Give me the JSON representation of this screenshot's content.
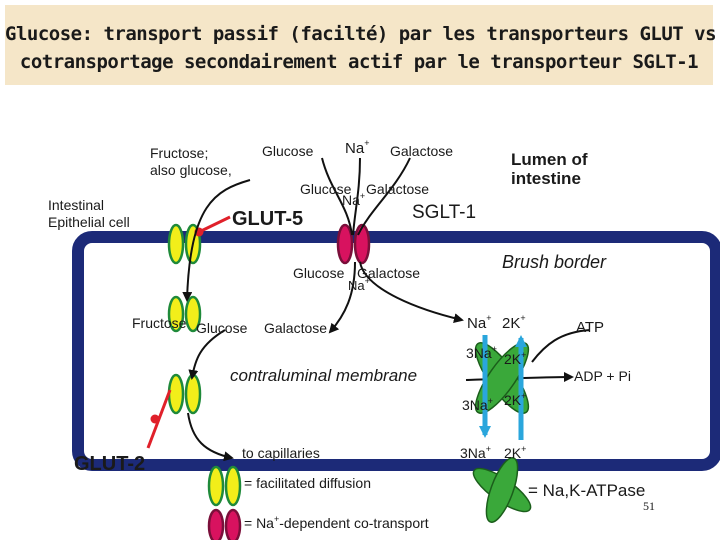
{
  "title": {
    "line1": "Glucose: transport passif (facilté) par les transporteurs GLUT vs.",
    "line2": "cotransportage secondairement actif par le transporteur SGLT-1"
  },
  "labels": {
    "fructose_also_glucose_1": "Fructose;",
    "fructose_also_glucose_2": "also glucose,",
    "glucose_top": "Glucose",
    "na_top": "Na",
    "na_top_sup": "+",
    "galactose_top": "Galactose",
    "lumen_1": "Lumen of",
    "lumen_2": "intestine",
    "epithelial_1": "Intestinal",
    "epithelial_2": "Epithelial cell",
    "glucose_mid": "Glucose",
    "galactose_mid": "Galactose",
    "na_mid": "Na",
    "na_mid_sup": "+",
    "glut5": "GLUT-5",
    "sglt1": "SGLT-1",
    "brush_border": "Brush border",
    "glucose_in": "Glucose",
    "galactose_in": "Galactose",
    "na_in": "Na",
    "na_in_sup": "+",
    "fructose_low": "Fructose",
    "glucose_low": "Glucose",
    "galactose_low": "Galactose",
    "na_pump_top": "Na",
    "na_pump_top_sup": "+",
    "k_pump_top": "2K",
    "k_pump_top_sup": "+",
    "atp": "ATP",
    "na3_upper": "3Na",
    "na3_upper_sup": "+",
    "k2_upper": "2K",
    "k2_upper_sup": "+",
    "adp": "ADP + Pi",
    "contraluminal": "contraluminal membrane",
    "na3_lower": "3Na",
    "na3_lower_sup": "+",
    "k2_lower": "2K",
    "k2_lower_sup": "+",
    "glut2": "GLUT-2",
    "to_capillaries": "to capillaries",
    "na3_bottom": "3Na",
    "na3_bottom_sup": "+",
    "k2_bottom": "2K",
    "k2_bottom_sup": "+",
    "legend_facilitated": "= facilitated diffusion",
    "legend_na_dep_pre": "= Na",
    "legend_na_dep_sup": "+",
    "legend_na_dep_post": "-dependent co-transport",
    "legend_atpase": "= Na,K-ATPase",
    "page_number": "51"
  },
  "colors": {
    "title_bg": "#f5e6c8",
    "membrane": "#1c2a78",
    "glut_yellow": "#f2ee1a",
    "glut_green": "#1f8a3a",
    "sglt_pink": "#d8125f",
    "sglt_maroon": "#7a0f3a",
    "pump_green": "#3aa83a",
    "arrow_blue": "#2aa6dc",
    "red_marker": "#e0202a"
  }
}
